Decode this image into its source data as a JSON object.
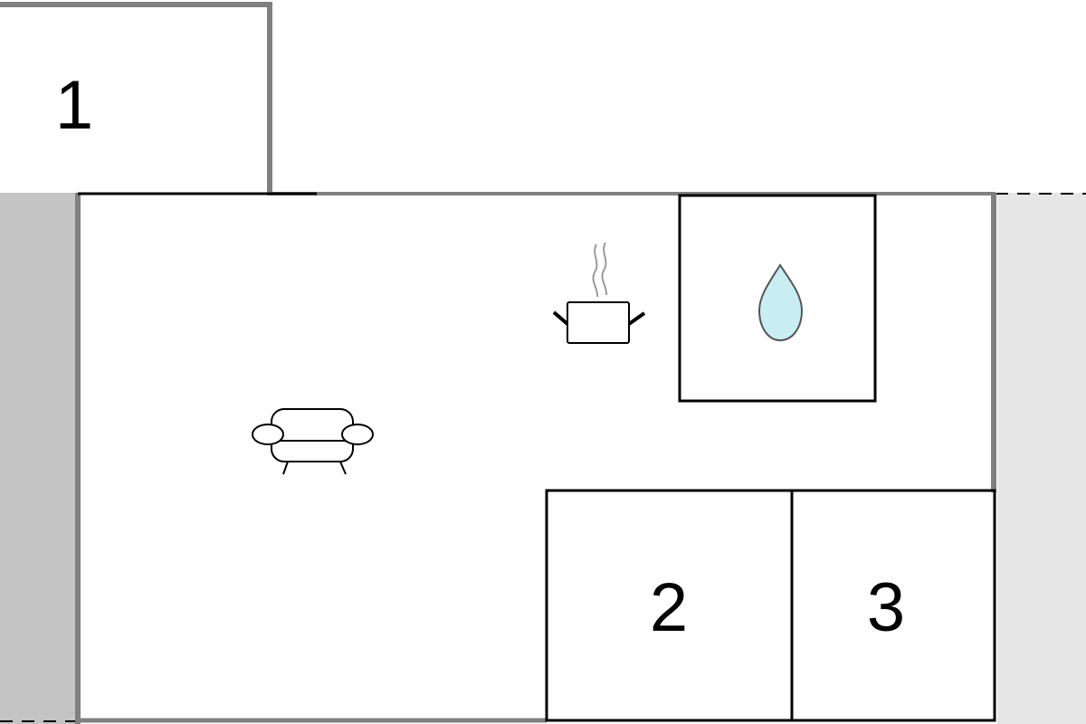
{
  "colors": {
    "wall_dark": "#808080",
    "wall_line": "#000000",
    "terrace_left": "#c4c4c4",
    "terrace_right": "#e6e6e6",
    "water_fill": "#c8eef2"
  },
  "rooms": [
    {
      "label": "1",
      "type": "bedroom"
    },
    {
      "label": "2",
      "type": "bedroom"
    },
    {
      "label": "3",
      "type": "bedroom"
    }
  ],
  "icons": [
    {
      "name": "bathroom-water-drop-icon"
    },
    {
      "name": "kitchen-pot-icon"
    },
    {
      "name": "living-room-sofa-icon"
    }
  ]
}
